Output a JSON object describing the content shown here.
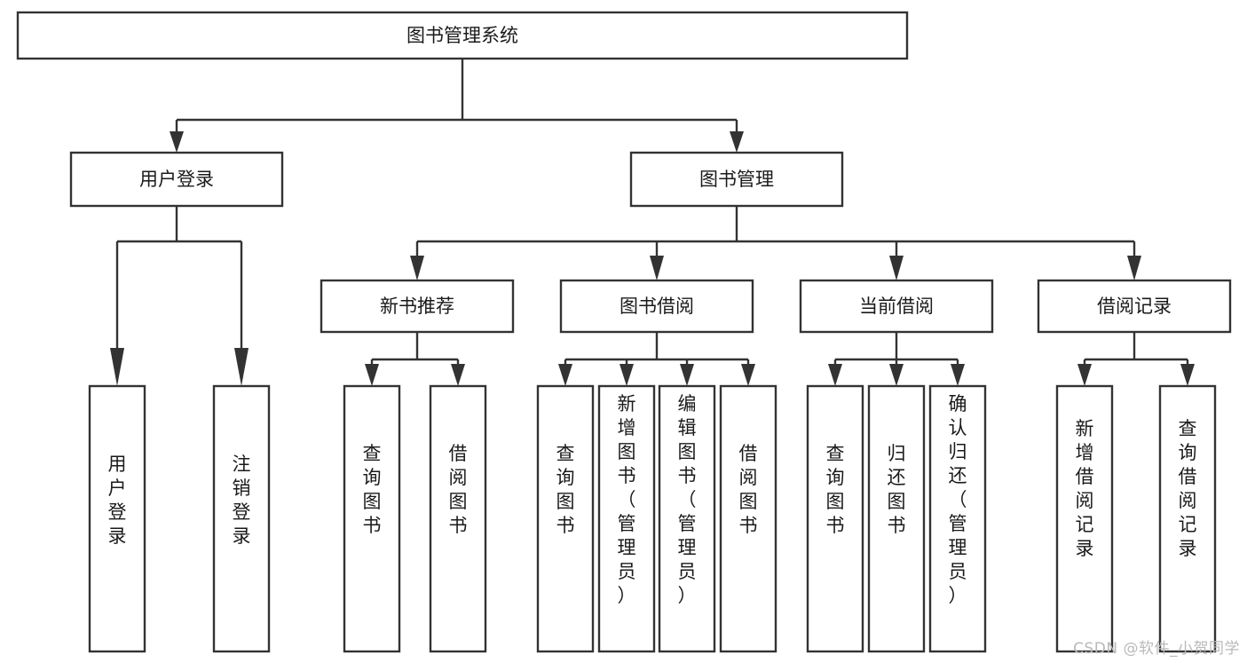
{
  "diagram": {
    "type": "tree",
    "title": "图书管理系统",
    "watermark": "CSDN @软件_小贺同学",
    "colors": {
      "box_stroke": "#333333",
      "box_fill": "#ffffff",
      "text": "#1a1a1a",
      "watermark": "#b9b9b9",
      "background": "#ffffff"
    },
    "root": {
      "label": "图书管理系统"
    },
    "level2": [
      {
        "label": "用户登录"
      },
      {
        "label": "图书管理"
      }
    ],
    "level3": [
      {
        "label": "新书推荐"
      },
      {
        "label": "图书借阅"
      },
      {
        "label": "当前借阅"
      },
      {
        "label": "借阅记录"
      }
    ],
    "leaves": {
      "user_login": [
        {
          "label": "用户登录"
        },
        {
          "label": "注销登录"
        }
      ],
      "new_book_recommend": [
        {
          "label": "查询图书"
        },
        {
          "label": "借阅图书"
        }
      ],
      "book_borrow": [
        {
          "label": "查询图书"
        },
        {
          "label": "新增图书（管理员）"
        },
        {
          "label": "编辑图书（管理员）"
        },
        {
          "label": "借阅图书"
        }
      ],
      "current_borrow": [
        {
          "label": "查询图书"
        },
        {
          "label": "归还图书"
        },
        {
          "label": "确认归还（管理员）"
        }
      ],
      "borrow_record": [
        {
          "label": "新增借阅记录"
        },
        {
          "label": "查询借阅记录"
        }
      ]
    }
  }
}
